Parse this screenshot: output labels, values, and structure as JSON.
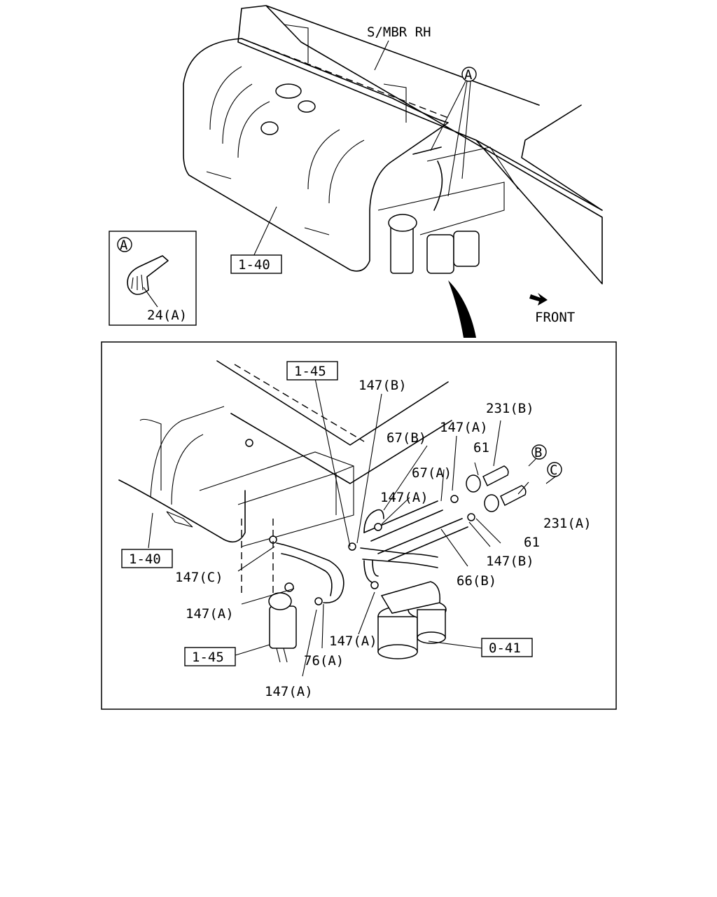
{
  "top_view": {
    "frame_label": "S/MBR RH",
    "ref_1_40": "1-40",
    "callout_a": "A",
    "inset_letter": "A",
    "inset_part": "24(A)",
    "front_label": "FRONT"
  },
  "detail_view": {
    "ref_1_45_top": "1-45",
    "ref_1_40": "1-40",
    "ref_1_45_bottom": "1-45",
    "ref_0_41": "0-41",
    "circle_b": "B",
    "circle_c": "C",
    "parts": {
      "p147b_top": "147(B)",
      "p231b": "231(B)",
      "p147a_1": "147(A)",
      "p67b": "67(B)",
      "p61_top": "61",
      "p67a": "67(A)",
      "p147a_2": "147(A)",
      "p231a": "231(A)",
      "p61_bottom": "61",
      "p147b_2": "147(B)",
      "p147c": "147(C)",
      "p66b": "66(B)",
      "p147a_3": "147(A)",
      "p147a_4": "147(A)",
      "p76a": "76(A)",
      "p147a_5": "147(A)"
    }
  }
}
